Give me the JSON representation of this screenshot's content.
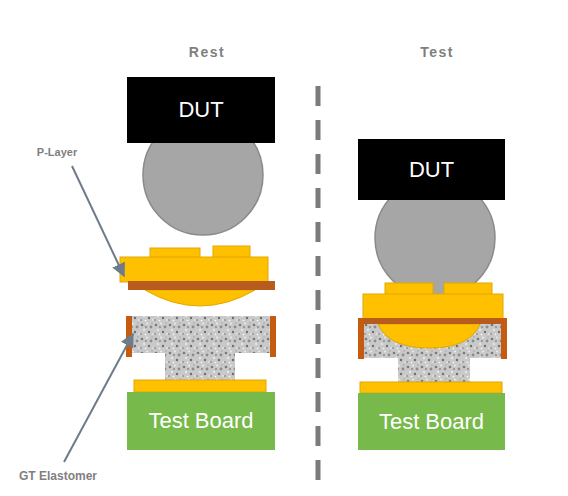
{
  "diagram": {
    "nodes": [
      {
        "text": [
          "DUT"
        ]
      },
      {
        "text": [
          "DUT"
        ]
      },
      {
        "text": [
          "Test Board"
        ]
      },
      {
        "text": [
          "Test Board"
        ]
      }
    ],
    "labels": [
      "Rest",
      "Test",
      "P-Layer",
      "GT Elastomer"
    ]
  }
}
